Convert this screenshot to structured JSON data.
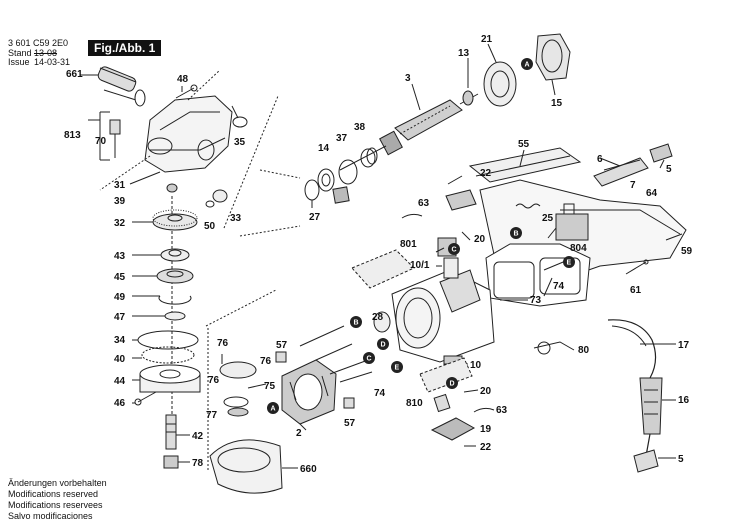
{
  "header": {
    "part_number": "3 601 C59 2E0",
    "stand_label": "Stand",
    "stand_value": "13-08",
    "issue_label": "Issue",
    "issue_value": "14-03-31",
    "figure_label": "Fig./Abb. 1"
  },
  "notes": [
    "Änderungen vorbehalten",
    "Modifications reserved",
    "Modifications reservees",
    "Salvo modificaciones"
  ],
  "markers": [
    "A",
    "B",
    "C",
    "D",
    "E"
  ],
  "parts": {
    "p661": "661",
    "p48": "48",
    "p813": "813",
    "p70": "70",
    "p31": "31",
    "p39": "39",
    "p32": "32",
    "p43": "43",
    "p45": "45",
    "p49": "49",
    "p47": "47",
    "p34": "34",
    "p40": "40",
    "p44": "44",
    "p46": "46",
    "p35": "35",
    "p33": "33",
    "p50": "50",
    "p3": "3",
    "p13": "13",
    "p21": "21",
    "p15": "15",
    "p14": "14",
    "p37": "37",
    "p38": "38",
    "p27": "27",
    "p22": "22",
    "p55": "55",
    "p6": "6",
    "p5": "5",
    "p7": "7",
    "p64": "64",
    "p63": "63",
    "p25": "25",
    "p20": "20",
    "p801": "801",
    "p10_1": "10/1",
    "p804": "804",
    "p59": "59",
    "p74": "74",
    "p73": "73",
    "p61": "61",
    "p28": "28",
    "p57": "57",
    "p76": "76",
    "p75": "75",
    "p77": "77",
    "p42": "42",
    "p78": "78",
    "p660": "660",
    "p2": "2",
    "p10": "10",
    "p80": "80",
    "p17": "17",
    "p810": "810",
    "p19": "19",
    "p16": "16"
  }
}
